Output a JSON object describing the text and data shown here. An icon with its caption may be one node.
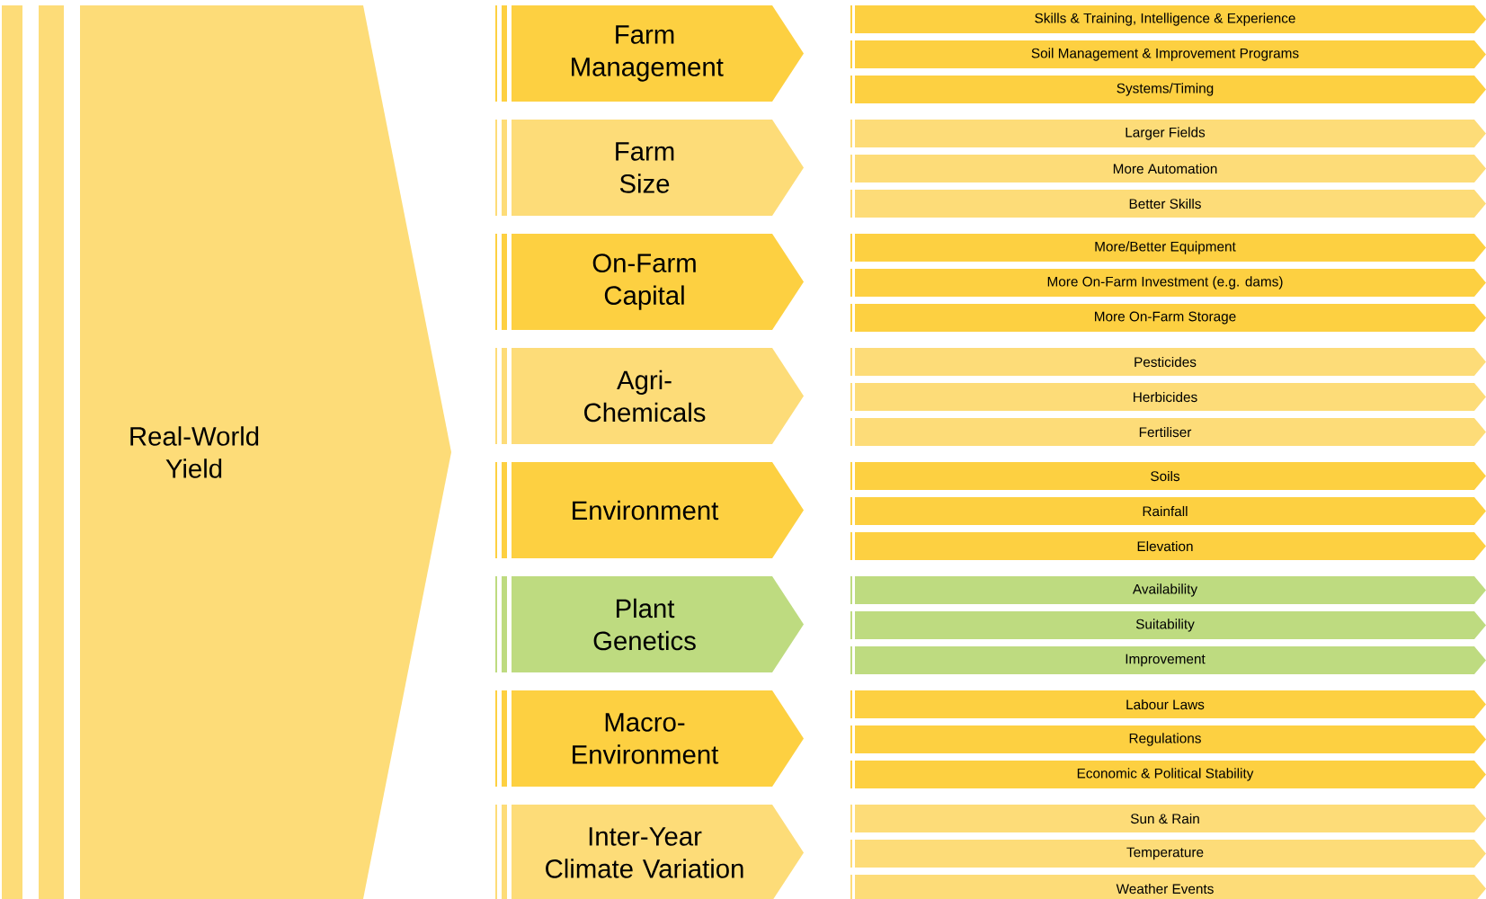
{
  "diagram": {
    "nodes": [
      {
        "text": [
          "Real-World Yield"
        ]
      },
      {
        "text": [
          "Farm Management"
        ]
      },
      {
        "text": [
          "Skills & Training, Intelligence & Experience"
        ]
      },
      {
        "text": [
          "Soil Management & Improvement Programs"
        ]
      },
      {
        "text": [
          "Systems/Timing"
        ]
      },
      {
        "text": [
          "Farm Size"
        ]
      },
      {
        "text": [
          "Larger Fields"
        ]
      },
      {
        "text": [
          "More Automation"
        ]
      },
      {
        "text": [
          "Better Skills"
        ]
      },
      {
        "text": [
          "On-Farm Capital"
        ]
      },
      {
        "text": [
          "More/Better Equipment"
        ]
      },
      {
        "text": [
          "More On-Farm Investment (e.g. dams)"
        ]
      },
      {
        "text": [
          "More On-Farm Storage"
        ]
      },
      {
        "text": [
          "Agri- Chemicals"
        ]
      },
      {
        "text": [
          "Pesticides"
        ]
      },
      {
        "text": [
          "Herbicides"
        ]
      },
      {
        "text": [
          "Fertiliser"
        ]
      },
      {
        "text": [
          "Environment"
        ]
      },
      {
        "text": [
          "Soils"
        ]
      },
      {
        "text": [
          "Rainfall"
        ]
      },
      {
        "text": [
          "Elevation"
        ]
      },
      {
        "text": [
          "Plant Genetics"
        ]
      },
      {
        "text": [
          "Availability"
        ]
      },
      {
        "text": [
          "Suitability"
        ]
      },
      {
        "text": [
          "Improvement"
        ]
      },
      {
        "text": [
          "Macro- Environment"
        ]
      },
      {
        "text": [
          "Labour Laws"
        ]
      },
      {
        "text": [
          "Regulations"
        ]
      },
      {
        "text": [
          "Economic & Political Stability"
        ]
      },
      {
        "text": [
          "Inter-Year Climate Variation"
        ]
      },
      {
        "text": [
          "Sun & Rain"
        ]
      },
      {
        "text": [
          "Temperature"
        ]
      },
      {
        "text": [
          "Weather Events"
        ]
      }
    ]
  }
}
